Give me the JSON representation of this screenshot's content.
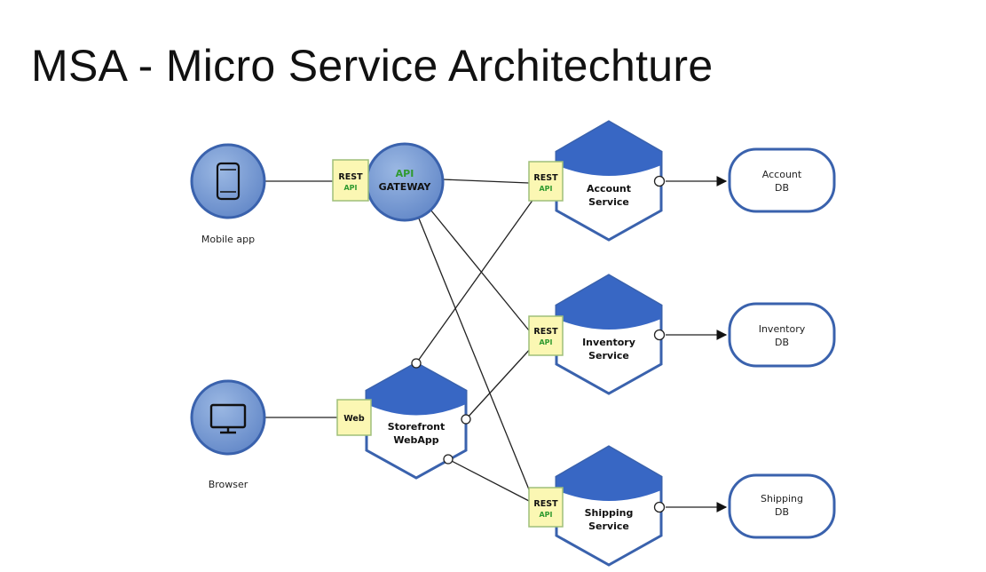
{
  "title": "MSA - Micro Service Architechture",
  "colors": {
    "node_fill": "#6b93cf",
    "node_stroke": "#3a62ad",
    "hex_cap": "#3867c4",
    "api_box_fill": "#fbf7b3",
    "api_box_stroke": "#9fbf7a",
    "api_text": "#2f9a2f",
    "line": "#222222"
  },
  "clients": {
    "mobile": {
      "label": "Mobile app",
      "icon": "smartphone-icon"
    },
    "browser": {
      "label": "Browser",
      "icon": "monitor-icon"
    }
  },
  "gateway": {
    "line1": "API",
    "line2": "GATEWAY"
  },
  "api_boxes": {
    "rest_label": "REST",
    "api_label": "API",
    "web_label": "Web"
  },
  "storefront": {
    "line1": "Storefront",
    "line2": "WebApp"
  },
  "services": [
    {
      "line1": "Account",
      "line2": "Service"
    },
    {
      "line1": "Inventory",
      "line2": "Service"
    },
    {
      "line1": "Shipping",
      "line2": "Service"
    }
  ],
  "databases": [
    {
      "line1": "Account",
      "line2": "DB"
    },
    {
      "line1": "Inventory",
      "line2": "DB"
    },
    {
      "line1": "Shipping",
      "line2": "DB"
    }
  ]
}
